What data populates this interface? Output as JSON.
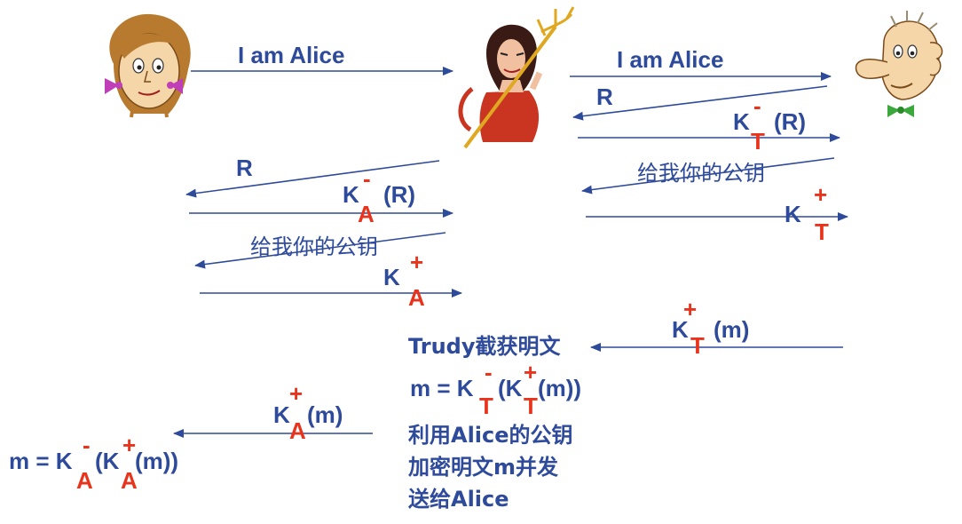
{
  "colors": {
    "blue": "#2e4a9a",
    "red": "#e8341c",
    "skin": "#f4d6a8",
    "hair": "#b87a2e",
    "devil": "#c93520",
    "gold": "#e0a820"
  },
  "actors": {
    "alice": {
      "icon": "alice-cartoon-icon"
    },
    "trudy": {
      "icon": "trudy-devil-icon"
    },
    "bob": {
      "icon": "bob-cartoon-icon"
    }
  },
  "left_exchange": {
    "i_am_alice": "I am Alice",
    "r": "R",
    "key_letter": "K",
    "minus": "-",
    "sub_a": "A",
    "r_paren": "(R)",
    "ask_pubkey": "给我你的公钥",
    "plus": "+"
  },
  "right_exchange": {
    "i_am_alice": "I am Alice",
    "r": "R",
    "key_letter": "K",
    "minus": "-",
    "sub_t": "T",
    "r_paren": "(R)",
    "ask_pubkey": "给我你的公钥",
    "plus": "+"
  },
  "bottom": {
    "bob_key": "K",
    "bob_plus": "+",
    "bob_sub": "T",
    "bob_m": "(m)",
    "trudy_text": "Trudy截获明文",
    "eq1": {
      "m_eq": "m = K",
      "minus": "-",
      "sub1": "T",
      "open_k": "(K",
      "plus": "+",
      "sub2": "T",
      "close": " (m))"
    },
    "line1": "利用Alice的公钥",
    "line2": "加密明文m并发",
    "line3": "送给Alice",
    "alice_key": "K",
    "alice_plus": "+",
    "alice_sub": "A",
    "alice_m": "(m)",
    "eq2": {
      "m_eq": "m = K",
      "minus": "-",
      "sub1": "A",
      "open_k": "(K",
      "plus": "+",
      "sub2": "A",
      "close": " (m))"
    }
  }
}
